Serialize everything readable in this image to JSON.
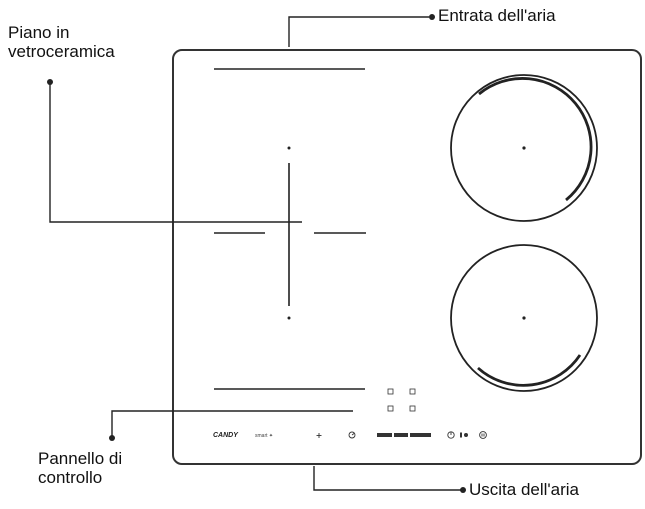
{
  "labels": {
    "glass_top_line1": "Piano in",
    "glass_top_line2": "vetroceramica",
    "air_inlet": "Entrata dell'aria",
    "control_panel_line1": "Pannello di",
    "control_panel_line2": "controllo",
    "air_outlet": "Uscita dell'aria"
  },
  "control_panel": {
    "brand": "CANDY",
    "model_mark": "smart ✦"
  },
  "colors": {
    "ink": "#111111",
    "line": "#222222",
    "panel_border": "#333333"
  },
  "icons": {
    "timer": "timer-icon",
    "lock": "lock-icon",
    "power": "power-icon",
    "wifi": "wifi-icon",
    "pause": "pause-icon"
  }
}
